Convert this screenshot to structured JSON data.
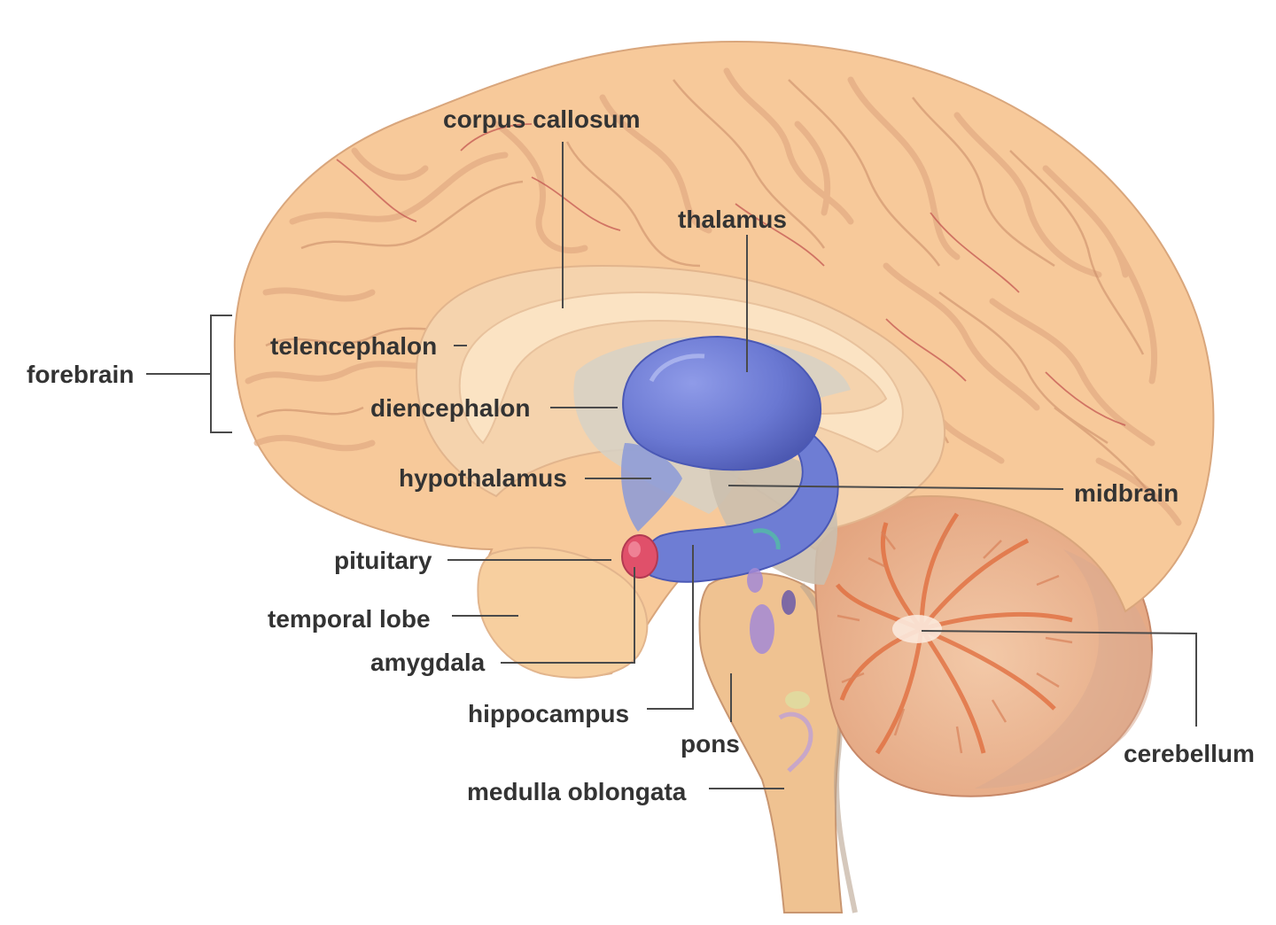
{
  "labels": {
    "corpus_callosum": "corpus callosum",
    "thalamus": "thalamus",
    "forebrain": "forebrain",
    "telencephalon": "telencephalon",
    "diencephalon": "diencephalon",
    "hypothalamus": "hypothalamus",
    "midbrain": "midbrain",
    "pituitary": "pituitary",
    "temporal_lobe": "temporal lobe",
    "amygdala": "amygdala",
    "hippocampus": "hippocampus",
    "pons": "pons",
    "cerebellum": "cerebellum",
    "medulla_oblongata": "medulla oblongata"
  },
  "colors": {
    "cortex": "#f7c99a",
    "cortex_light": "#fbdcb6",
    "cortex_outline": "#d9a67c",
    "sulcus": "#c98a66",
    "vessel": "#c0504d",
    "medial_inner": "#f5d8b5",
    "diencephalon_gray": "#c9c4b8",
    "limbic_blue": "#6f7fd6",
    "limbic_blue_dark": "#4a58b5",
    "pituitary_red": "#e0506a",
    "cerebellum_tan": "#d9a98a",
    "cerebellum_folia": "#e07a50",
    "cerebellum_white": "#fbe9dc",
    "brainstem": "#f1c596",
    "violet": "#a58ad6",
    "text": "#333333"
  }
}
